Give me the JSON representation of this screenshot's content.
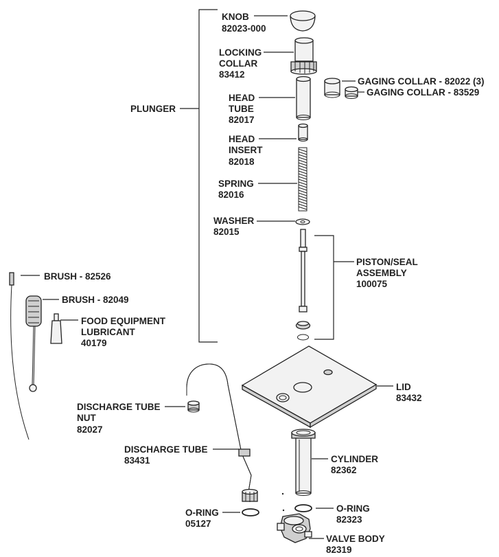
{
  "labels": {
    "knob": [
      "KNOB",
      "82023-000"
    ],
    "locking_collar": [
      "LOCKING",
      "COLLAR",
      "83412"
    ],
    "gaging_collar_1": [
      "GAGING COLLAR - 82022 (3)"
    ],
    "gaging_collar_2": [
      "GAGING COLLAR - 83529"
    ],
    "head_tube": [
      "HEAD",
      "TUBE",
      "82017"
    ],
    "head_insert": [
      "HEAD",
      "INSERT",
      "82018"
    ],
    "spring": [
      "SPRING",
      "82016"
    ],
    "washer": [
      "WASHER",
      "82015"
    ],
    "plunger": [
      "PLUNGER"
    ],
    "piston_seal": [
      "PISTON/SEAL",
      "ASSEMBLY",
      "100075"
    ],
    "brush_1": [
      "BRUSH - 82526"
    ],
    "brush_2": [
      "BRUSH - 82049"
    ],
    "lubricant": [
      "FOOD EQUIPMENT",
      "LUBRICANT",
      "40179"
    ],
    "lid": [
      "LID",
      "83432"
    ],
    "discharge_nut": [
      "DISCHARGE TUBE",
      "NUT",
      "82027"
    ],
    "discharge_tube": [
      "DISCHARGE TUBE",
      "83431"
    ],
    "cylinder": [
      "CYLINDER",
      "82362"
    ],
    "oring_1": [
      "O-RING",
      "05127"
    ],
    "oring_2": [
      "O-RING",
      "82323"
    ],
    "valve_body": [
      "VALVE BODY",
      "82319"
    ]
  }
}
